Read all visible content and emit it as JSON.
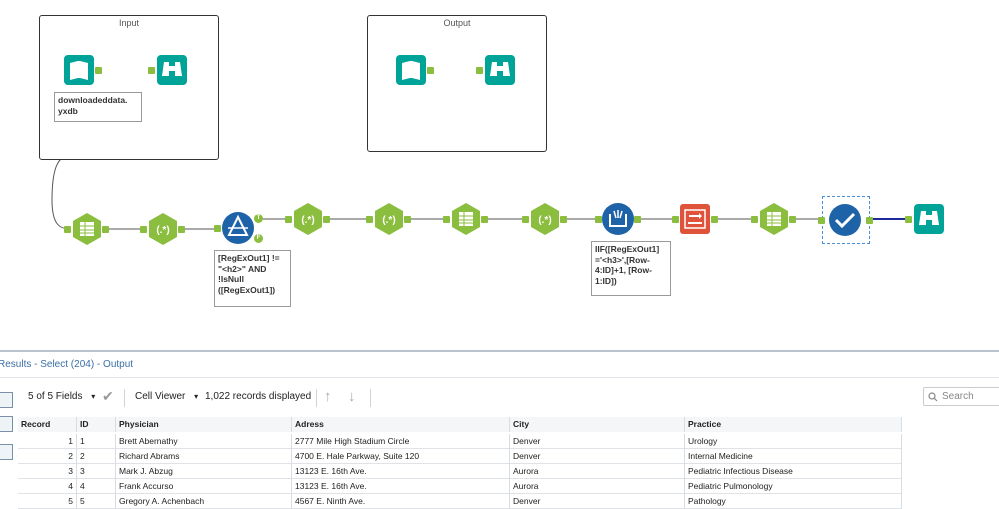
{
  "containers": {
    "input_title": "Input",
    "output_title": "Output"
  },
  "annotations": {
    "input_file": "downloadeddata.\nyxdb",
    "filter_expr": "[RegExOut1] !=\n\"<h2>\" AND\n!IsNull\n([RegExOut1])",
    "formula_expr": "IIF([RegExOut1]\n='<h3>',[Row-\n4:ID]+1, [Row-\n1:ID])"
  },
  "anchors": {
    "true_label": "T",
    "false_label": "F"
  },
  "tool_icons": {
    "regex": "(.*)",
    "input": "book-icon",
    "browse": "binoculars-icon",
    "select": "select-table-icon",
    "filter": "filter-icon",
    "multirow": "multirow-formula-icon",
    "dynamic": "dynamic-rename-icon",
    "check": "check-icon"
  },
  "colors": {
    "green_tool": "#8bbd3e",
    "teal_tool": "#00a397",
    "blue_tool": "#1e63a8",
    "red_tool": "#e0533b",
    "connector": "#555555",
    "selected_connector": "#1f2a9e"
  },
  "results": {
    "title": "Results - Select (204) - Output",
    "fields_label": "5 of 5 Fields",
    "viewer_label": "Cell Viewer",
    "records_label": "1,022 records displayed",
    "search_placeholder": "Search"
  },
  "table": {
    "columns": [
      "Record",
      "ID",
      "Physician",
      "Adress",
      "City",
      "Practice"
    ],
    "rows": [
      [
        "1",
        "1",
        "Brett Abernathy",
        "2777 Mile High Stadium Circle",
        "Denver",
        "Urology"
      ],
      [
        "2",
        "2",
        "Richard Abrams",
        "4700 E. Hale Parkway, Suite 120",
        "Denver",
        "Internal Medicine"
      ],
      [
        "3",
        "3",
        "Mark J. Abzug",
        "13123 E. 16th Ave.",
        "Aurora",
        "Pediatric Infectious Disease"
      ],
      [
        "4",
        "4",
        "Frank Accurso",
        "13123 E. 16th Ave.",
        "Aurora",
        "Pediatric Pulmonology"
      ],
      [
        "5",
        "5",
        "Gregory A. Achenbach",
        "4567 E. Ninth Ave.",
        "Denver",
        "Pathology"
      ]
    ]
  }
}
